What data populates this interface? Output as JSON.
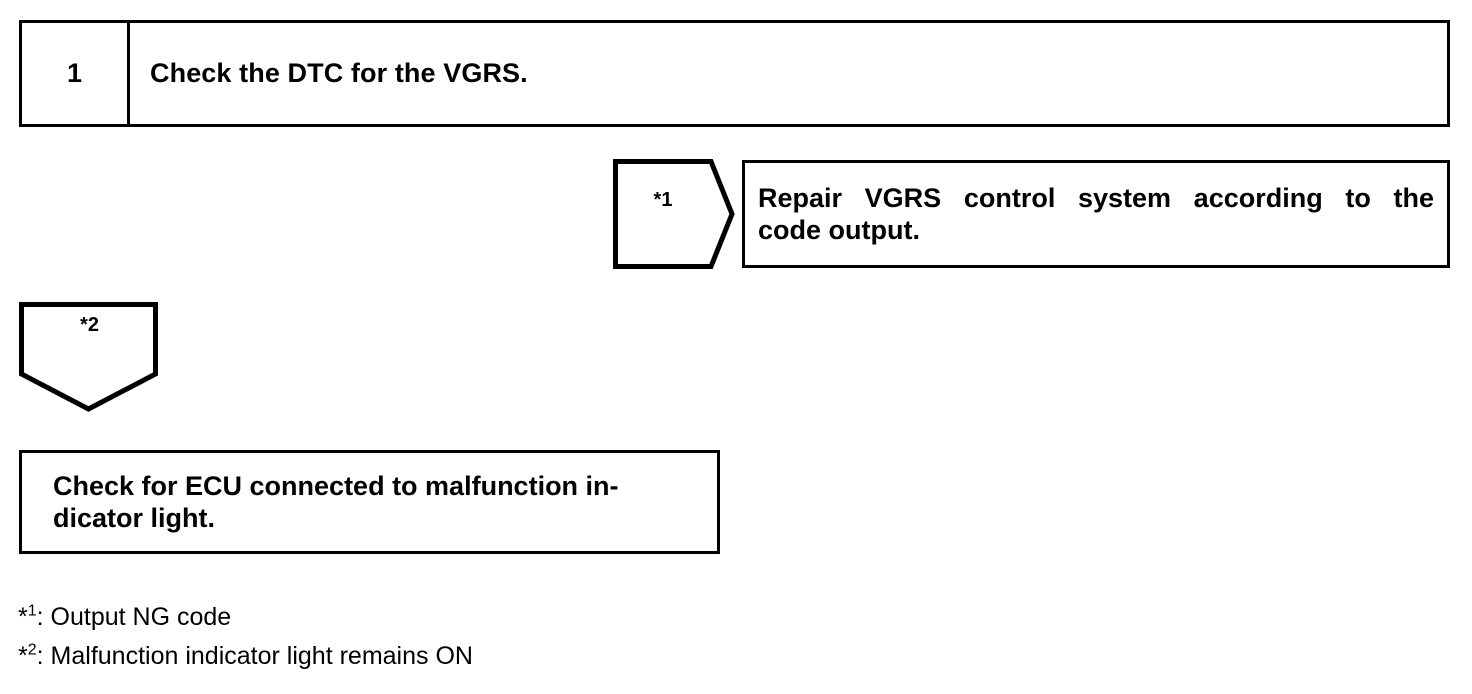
{
  "diagram": {
    "step": {
      "number": "1",
      "title": "Check the DTC for the VGRS."
    },
    "branch_arrow": {
      "label": "*1",
      "direction": "right"
    },
    "result_box": {
      "line1": "Repair VGRS control system according to the",
      "line2": "code output."
    },
    "down_arrow": {
      "label": "*2",
      "direction": "down"
    },
    "check_box": {
      "line1": "Check for ECU connected to malfunction in-",
      "line2": "dicator light."
    },
    "footnotes": [
      {
        "asterisk": "*",
        "index": "1",
        "separator": ": ",
        "text": "Output NG code"
      },
      {
        "asterisk": "*",
        "index": "2",
        "separator": ": ",
        "text": "Malfunction indicator light remains ON"
      }
    ],
    "colors": {
      "stroke": "#000000",
      "background": "#ffffff"
    }
  }
}
